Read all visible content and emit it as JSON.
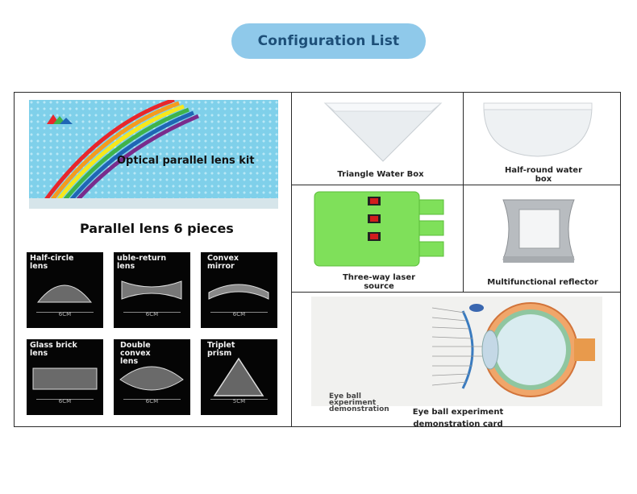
{
  "header": {
    "title": "Configuration List"
  },
  "left_panel": {
    "box_text": "Optical parallel lens kit",
    "subtitle": "Parallel lens 6 pieces",
    "lenses": [
      {
        "label": "Half-circle\nlens",
        "size": "6CM"
      },
      {
        "label": "uble-return\nlens",
        "size": "6CM"
      },
      {
        "label": "Convex\nmirror",
        "size": "6CM"
      },
      {
        "label": "Glass brick\nlens",
        "size": "6CM"
      },
      {
        "label": "Double\nconvex\nlens",
        "size": "6CM"
      },
      {
        "label": "Triplet\nprism",
        "size": "5CM"
      }
    ]
  },
  "right_panel": {
    "triangle_box": "Triangle Water Box",
    "half_round_box_1": "Half-round water",
    "half_round_box_2": "box",
    "laser_1": "Three-way laser",
    "laser_2": "source",
    "reflector": "Multifunctional reflector",
    "eyeball_overlay_1": "Eye ball",
    "eyeball_overlay_2": "experiment",
    "eyeball_overlay_3": "demonstration",
    "eyeball_card_1": "Eye ball experiment",
    "eyeball_card_2": "demonstration card"
  },
  "colors": {
    "pill": "#8fc9ea",
    "pill_text": "#1d4f78",
    "laser_body": "#7fe05a",
    "box_blue": "#7fd0ea"
  }
}
